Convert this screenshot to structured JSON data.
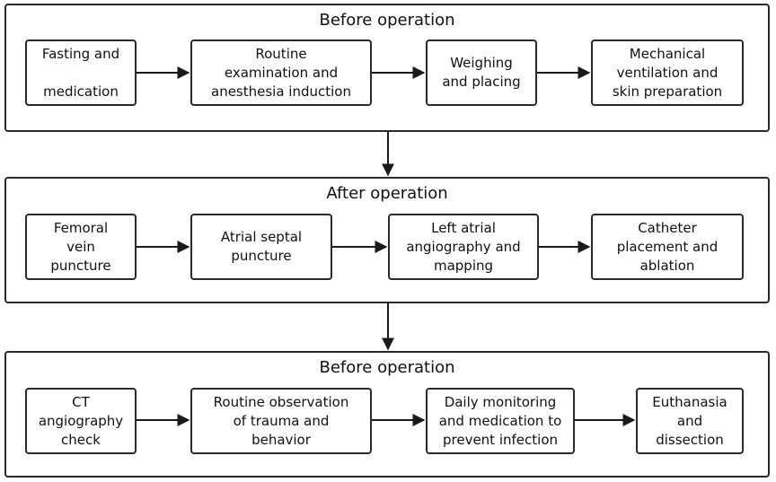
{
  "stages": [
    {
      "title": "Before operation",
      "steps": [
        "Fasting and\n\nmedication",
        "Routine\nexamination and\nanesthesia induction",
        "Weighing\nand placing",
        "Mechanical\nventilation and\nskin preparation"
      ]
    },
    {
      "title": "After operation",
      "steps": [
        "Femoral\nvein\npuncture",
        "Atrial septal\npuncture",
        "Left atrial\nangiography and\nmapping",
        "Catheter\nplacement and\nablation"
      ]
    },
    {
      "title": "Before operation",
      "steps": [
        "CT\nangiography\ncheck",
        "Routine observation\nof trauma and\nbehavior",
        "Daily monitoring\nand medication to\nprevent infection",
        "Euthanasia\nand\ndissection"
      ]
    }
  ]
}
